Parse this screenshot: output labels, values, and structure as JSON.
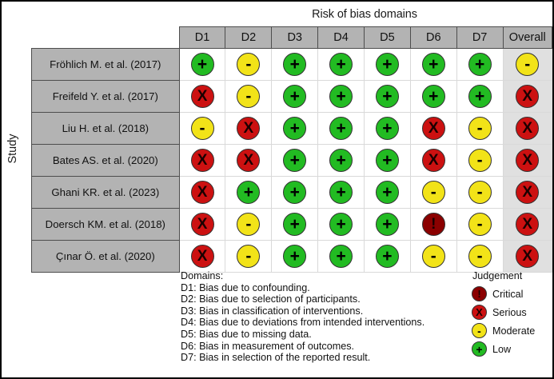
{
  "chart_data": {
    "type": "heatmap",
    "title": "Risk of bias domains",
    "ylabel": "Study",
    "subtype": "risk-of-bias-traffic-light",
    "categories": [
      "D1",
      "D2",
      "D3",
      "D4",
      "D5",
      "D6",
      "D7",
      "Overall"
    ],
    "rows": [
      {
        "study": "Fröhlich M. et al. (2017)",
        "values": [
          "low",
          "moderate",
          "low",
          "low",
          "low",
          "low",
          "low",
          "moderate"
        ]
      },
      {
        "study": "Freifeld Y. et al. (2017)",
        "values": [
          "serious",
          "moderate",
          "low",
          "low",
          "low",
          "low",
          "low",
          "serious"
        ]
      },
      {
        "study": "Liu H. et al.  (2018)",
        "values": [
          "moderate",
          "serious",
          "low",
          "low",
          "low",
          "serious",
          "moderate",
          "serious"
        ]
      },
      {
        "study": "Bates AS. et al. (2020)",
        "values": [
          "serious",
          "serious",
          "low",
          "low",
          "low",
          "serious",
          "moderate",
          "serious"
        ]
      },
      {
        "study": "Ghani KR.  et al. (2023)",
        "values": [
          "serious",
          "low",
          "low",
          "low",
          "low",
          "moderate",
          "moderate",
          "serious"
        ]
      },
      {
        "study": "Doersch KM. et al. (2018)",
        "values": [
          "serious",
          "moderate",
          "low",
          "low",
          "low",
          "critical",
          "moderate",
          "serious"
        ]
      },
      {
        "study": "Çınar Ö. et al. (2020)",
        "values": [
          "serious",
          "moderate",
          "low",
          "low",
          "low",
          "moderate",
          "moderate",
          "serious"
        ]
      }
    ],
    "legend_position": "bottom-right"
  },
  "judgement_key": {
    "title": "Judgement",
    "levels": [
      {
        "key": "critical",
        "label": "Critical",
        "glyph": "!",
        "color": "#8b0000"
      },
      {
        "key": "serious",
        "label": "Serious",
        "glyph": "X",
        "color": "#cc1111"
      },
      {
        "key": "moderate",
        "label": "Moderate",
        "glyph": "-",
        "color": "#f2e318"
      },
      {
        "key": "low",
        "label": "Low",
        "glyph": "+",
        "color": "#22bb22"
      }
    ]
  },
  "domains_key": {
    "heading": "Domains:",
    "items": [
      "D1: Bias due to confounding.",
      "D2: Bias due to selection of participants.",
      "D3: Bias in classification of interventions.",
      "D4: Bias due to deviations from intended interventions.",
      "D5: Bias due to missing data.",
      "D6: Bias in measurement of outcomes.",
      "D7: Bias in selection of the reported result."
    ]
  }
}
